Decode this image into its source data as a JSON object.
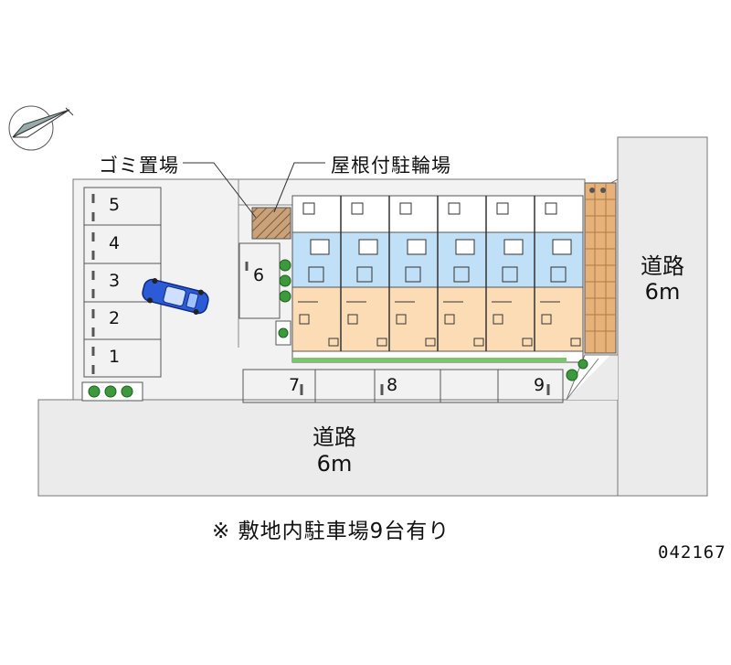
{
  "labels": {
    "garbage": "ゴミ置場",
    "bike_shelter": "屋根付駐輪場"
  },
  "roads": {
    "east": {
      "name": "道路",
      "width": "6m"
    },
    "south": {
      "name": "道路",
      "width": "6m"
    }
  },
  "parking_slots": [
    "1",
    "2",
    "3",
    "4",
    "5",
    "6",
    "7",
    "8",
    "9"
  ],
  "footer": {
    "note": "※ 敷地内駐車場9台有り",
    "code": "042167"
  },
  "colors": {
    "road": "#ebebeb",
    "lot": "#f2f2f2",
    "room_blue": "#bfe0f7",
    "room_peach": "#fcdcb5",
    "bike_brown": "#c9a27a",
    "wall_brick": "#e6b27a",
    "green": "#3c9a3c",
    "car": "#2b5bd6"
  },
  "icons": [
    "compass-icon",
    "car-icon",
    "tree-icon",
    "bicycle-icon"
  ]
}
